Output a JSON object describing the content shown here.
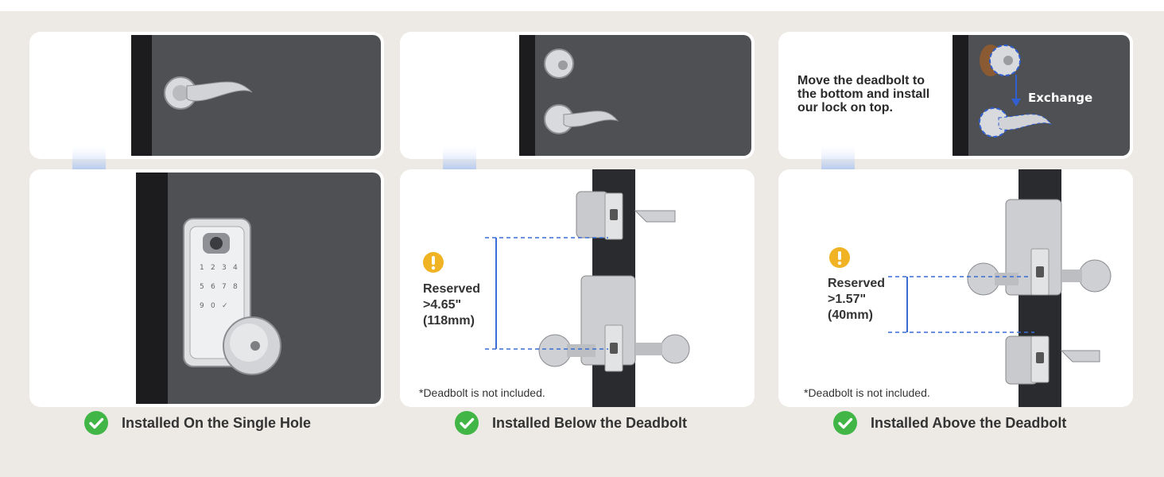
{
  "panels": [
    {
      "caption": "Installed On the Single Hole"
    },
    {
      "caption": "Installed Below the Deadbolt",
      "reserved_label": "Reserved",
      "reserved_value": ">4.65\"",
      "reserved_metric": "(118mm)",
      "footnote": "*Deadbolt is not included."
    },
    {
      "caption": "Installed Above the Deadbolt",
      "instruction_lines": [
        "Move the deadbolt to",
        "the bottom and install",
        "our lock on top."
      ],
      "exchange_label": "Exchange",
      "reserved_label": "Reserved",
      "reserved_value": ">1.57\"",
      "reserved_metric": "(40mm)",
      "footnote": "*Deadbolt is not included."
    }
  ],
  "keypad": {
    "rows": [
      [
        "1",
        "2",
        "3",
        "4"
      ],
      [
        "5",
        "6",
        "7",
        "8"
      ],
      [
        "9",
        "0",
        "✓"
      ]
    ]
  },
  "icons": {
    "flow_arrow": "down-arrow-icon",
    "check": "check-circle-icon",
    "warning": "exclamation-icon"
  },
  "colors": {
    "arrow": "#7ba2ea",
    "check": "#42b547",
    "warning": "#f0b323",
    "guide": "#3a6cd6"
  }
}
